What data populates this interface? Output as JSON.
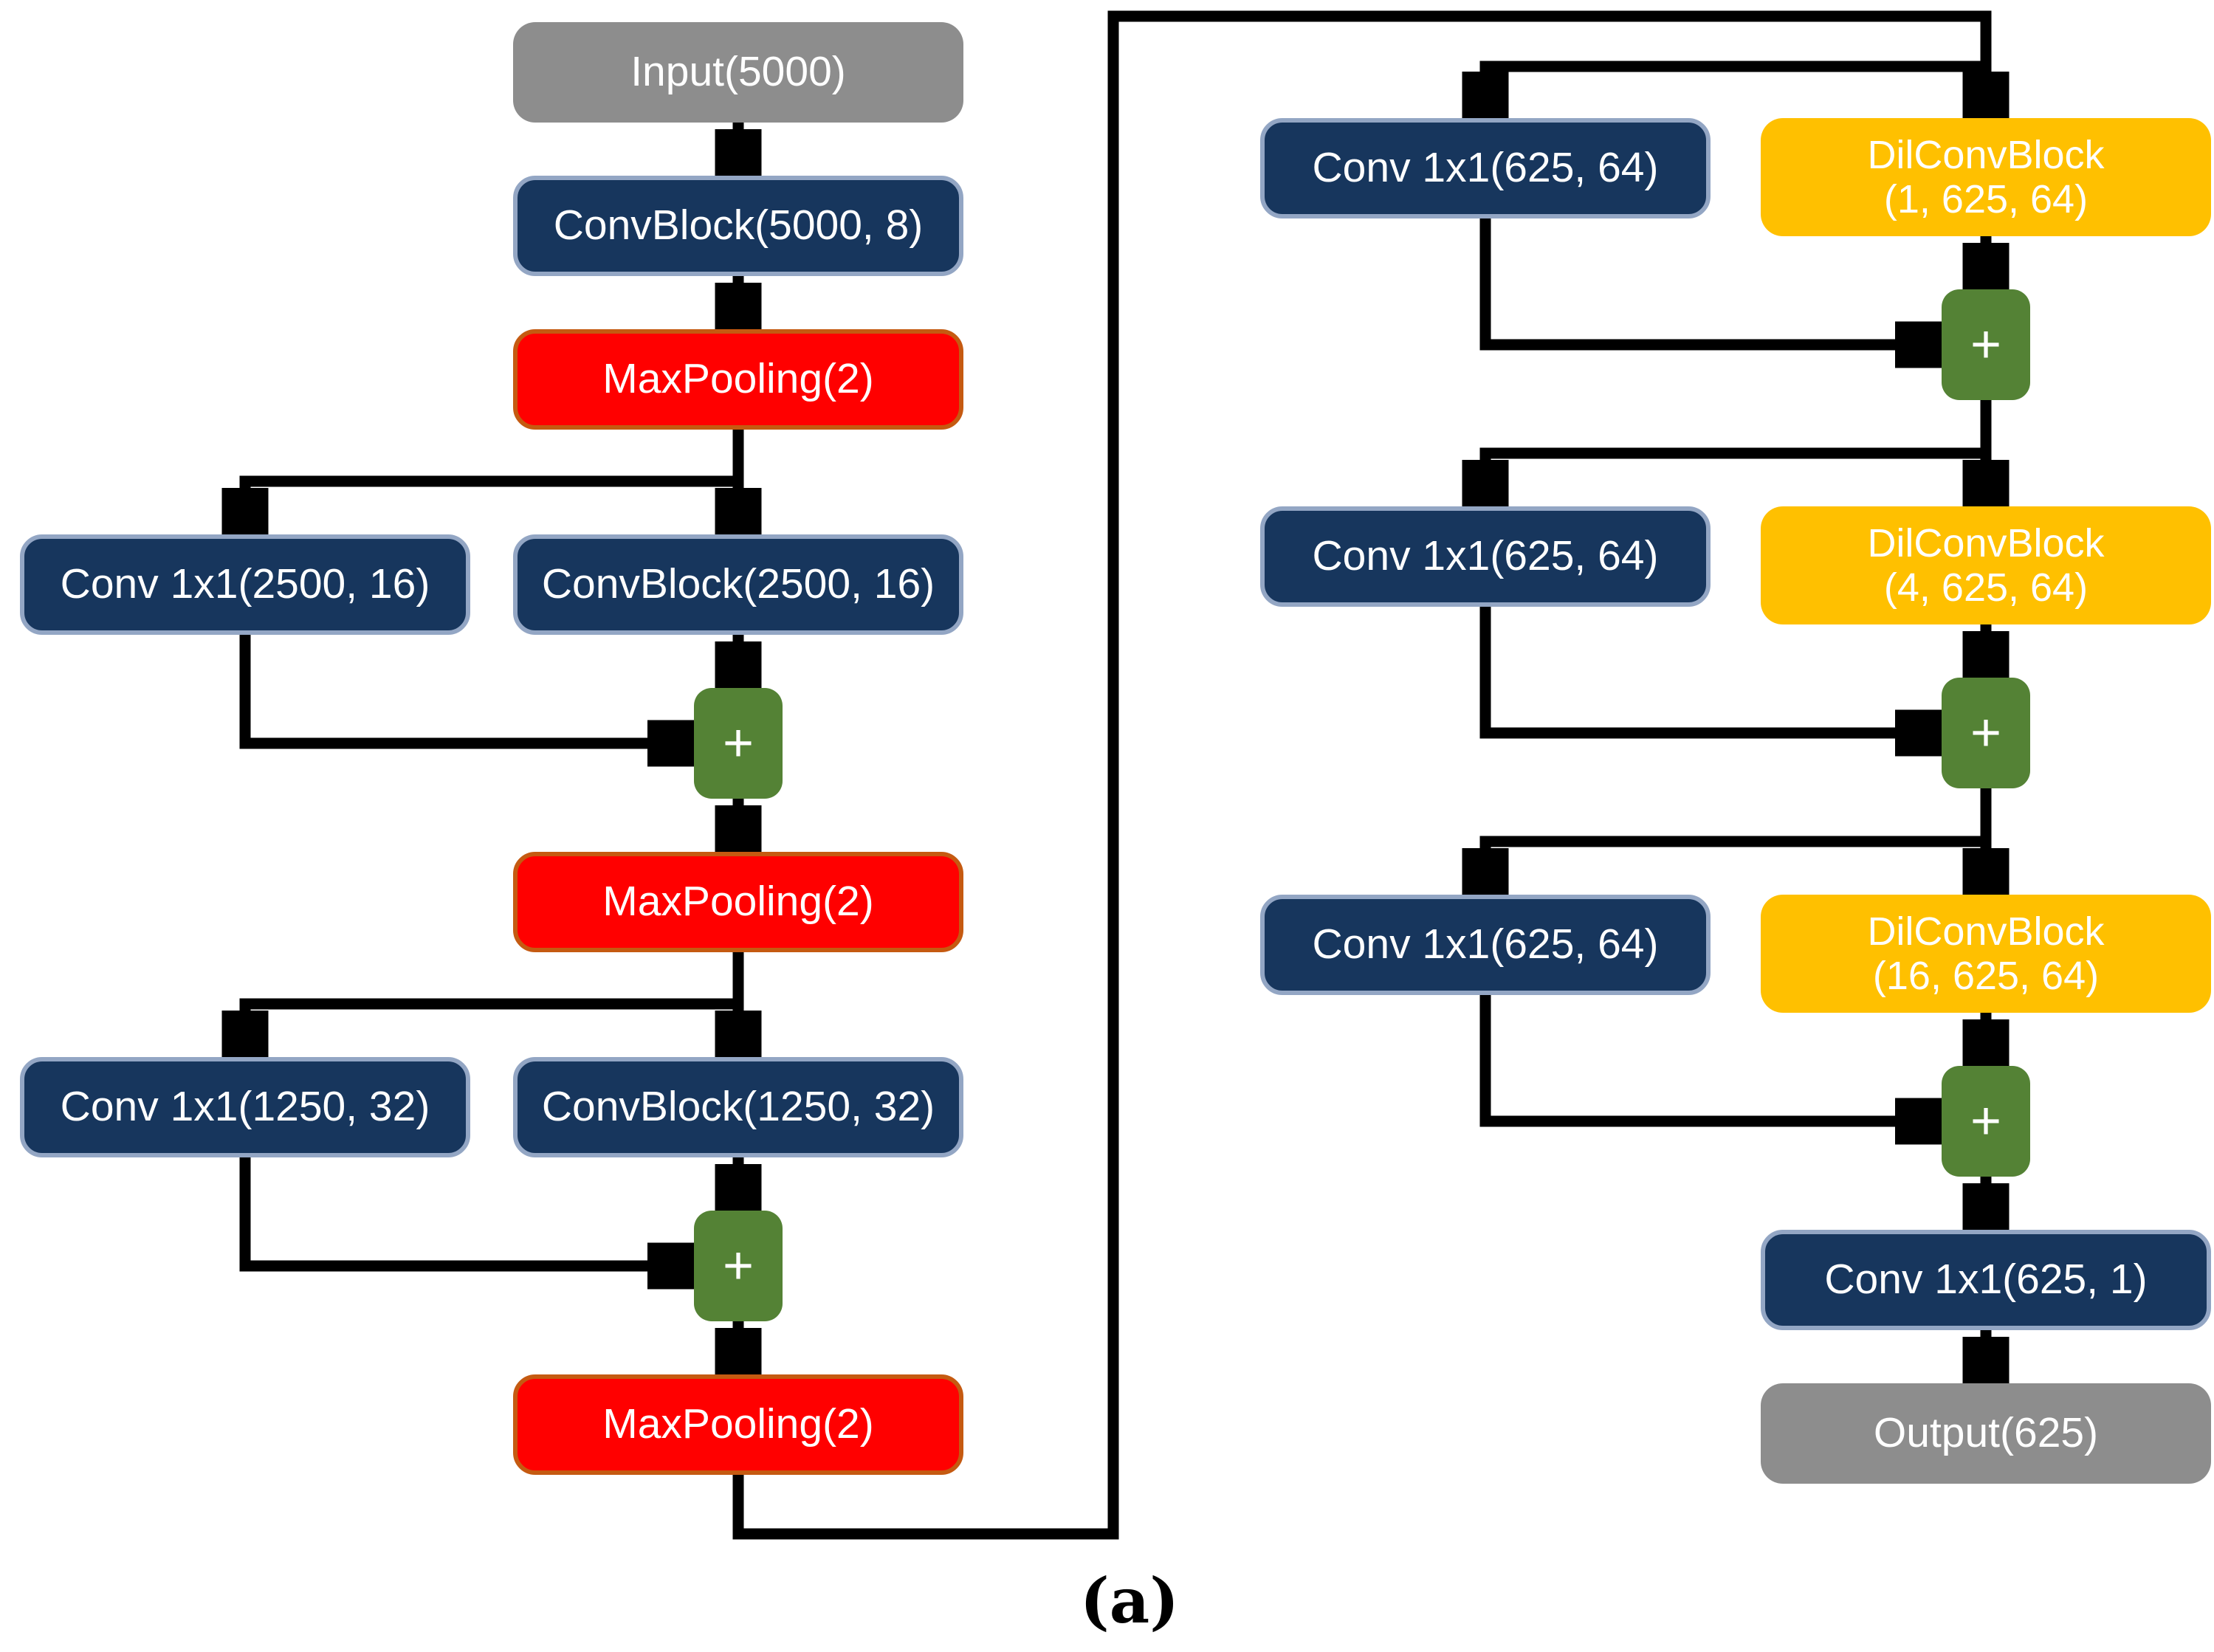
{
  "figure": {
    "caption": "(a)"
  },
  "colors": {
    "box_navy": "#17365d",
    "box_navy_border": "#93a6c4",
    "box_red": "#ff0000",
    "box_red_border": "#c55a11",
    "box_green": "#548235",
    "box_yellow": "#ffc000",
    "box_gray": "#8d8d8d",
    "wire": "#000000",
    "label_text": "#ffffff",
    "caption_text": "#000000"
  },
  "diagram": {
    "nodes": [
      {
        "id": "input",
        "kind": "io",
        "label": "Input(5000)"
      },
      {
        "id": "convblock1",
        "kind": "conv",
        "label": "ConvBlock(5000, 8)"
      },
      {
        "id": "maxpool1",
        "kind": "pool",
        "label": "MaxPooling(2)"
      },
      {
        "id": "conv2500",
        "kind": "conv",
        "label": "Conv 1x1(2500, 16)"
      },
      {
        "id": "convblock2",
        "kind": "conv",
        "label": "ConvBlock(2500, 16)"
      },
      {
        "id": "plus1",
        "kind": "add",
        "label": "+"
      },
      {
        "id": "maxpool2",
        "kind": "pool",
        "label": "MaxPooling(2)"
      },
      {
        "id": "conv1250",
        "kind": "conv",
        "label": "Conv 1x1(1250, 32)"
      },
      {
        "id": "convblock3",
        "kind": "conv",
        "label": "ConvBlock(1250, 32)"
      },
      {
        "id": "plus2",
        "kind": "add",
        "label": "+"
      },
      {
        "id": "maxpool3",
        "kind": "pool",
        "label": "MaxPooling(2)"
      },
      {
        "id": "conv625-s1",
        "kind": "conv",
        "label": "Conv 1x1(625, 64)"
      },
      {
        "id": "dilconv1",
        "kind": "dilconv",
        "label": "DilConvBlock",
        "label2": "(1, 625, 64)"
      },
      {
        "id": "plus3",
        "kind": "add",
        "label": "+"
      },
      {
        "id": "conv625-s2",
        "kind": "conv",
        "label": "Conv 1x1(625, 64)"
      },
      {
        "id": "dilconv4",
        "kind": "dilconv",
        "label": "DilConvBlock",
        "label2": "(4, 625, 64)"
      },
      {
        "id": "plus4",
        "kind": "add",
        "label": "+"
      },
      {
        "id": "conv625-s3",
        "kind": "conv",
        "label": "Conv 1x1(625, 64)"
      },
      {
        "id": "dilconv16",
        "kind": "dilconv",
        "label": "DilConvBlock",
        "label2": "(16, 625, 64)"
      },
      {
        "id": "plus5",
        "kind": "add",
        "label": "+"
      },
      {
        "id": "conv625-1",
        "kind": "conv",
        "label": "Conv 1x1(625, 1)"
      },
      {
        "id": "output",
        "kind": "io",
        "label": "Output(625)"
      }
    ]
  }
}
